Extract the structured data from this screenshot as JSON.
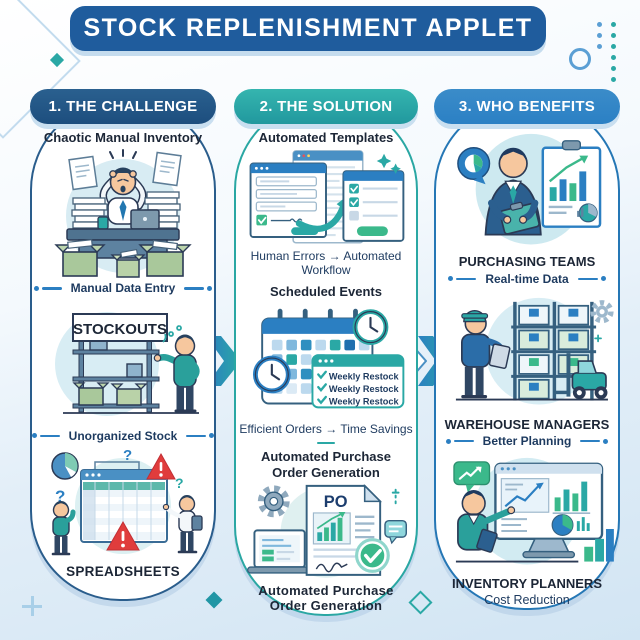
{
  "page": {
    "title": "STOCK REPLENISHMENT APPLET"
  },
  "glyphs": {
    "question_mark": "?"
  },
  "colors": {
    "navy_pill": "#1d4e7e",
    "teal_pill": "#21989e",
    "blue_pill": "#2b80c4",
    "title_bar": "#1f5c9d",
    "accent_teal": "#2aa8a5",
    "accent_blue": "#2b7fc2",
    "warning_red": "#e03c3c",
    "box_green": "#a9c89b"
  },
  "columns": [
    {
      "header": "1. THE CHALLENGE",
      "item1_title": "Chaotic Manual Inventory",
      "caption1": "Manual Data Entry",
      "stockouts_sign": "STOCKOUTS",
      "caption2": "Unorganized Stock",
      "caption3": "SPREADSHEETS"
    },
    {
      "header": "2. THE SOLUTION",
      "item1_title": "Automated Templates",
      "caption1": "Human Errors → Automated Workflow",
      "item2_title": "Scheduled Events",
      "checklist": [
        "Weekly Restock",
        "Weekly Restock",
        "Weekly Restock"
      ],
      "caption2": "Efficient Orders → Time Savings",
      "item3_title": "Automated Purchase Order Generation",
      "po_label": "PO",
      "caption3": "Automated Purchase Order Generation"
    },
    {
      "header": "3. WHO BENEFITS",
      "item1_title": "PURCHASING TEAMS",
      "caption1": "Real-time Data",
      "item2_title": "WAREHOUSE MANAGERS",
      "caption2": "Better Planning",
      "item3_title": "INVENTORY PLANNERS",
      "caption3": "Cost Reduction"
    }
  ]
}
